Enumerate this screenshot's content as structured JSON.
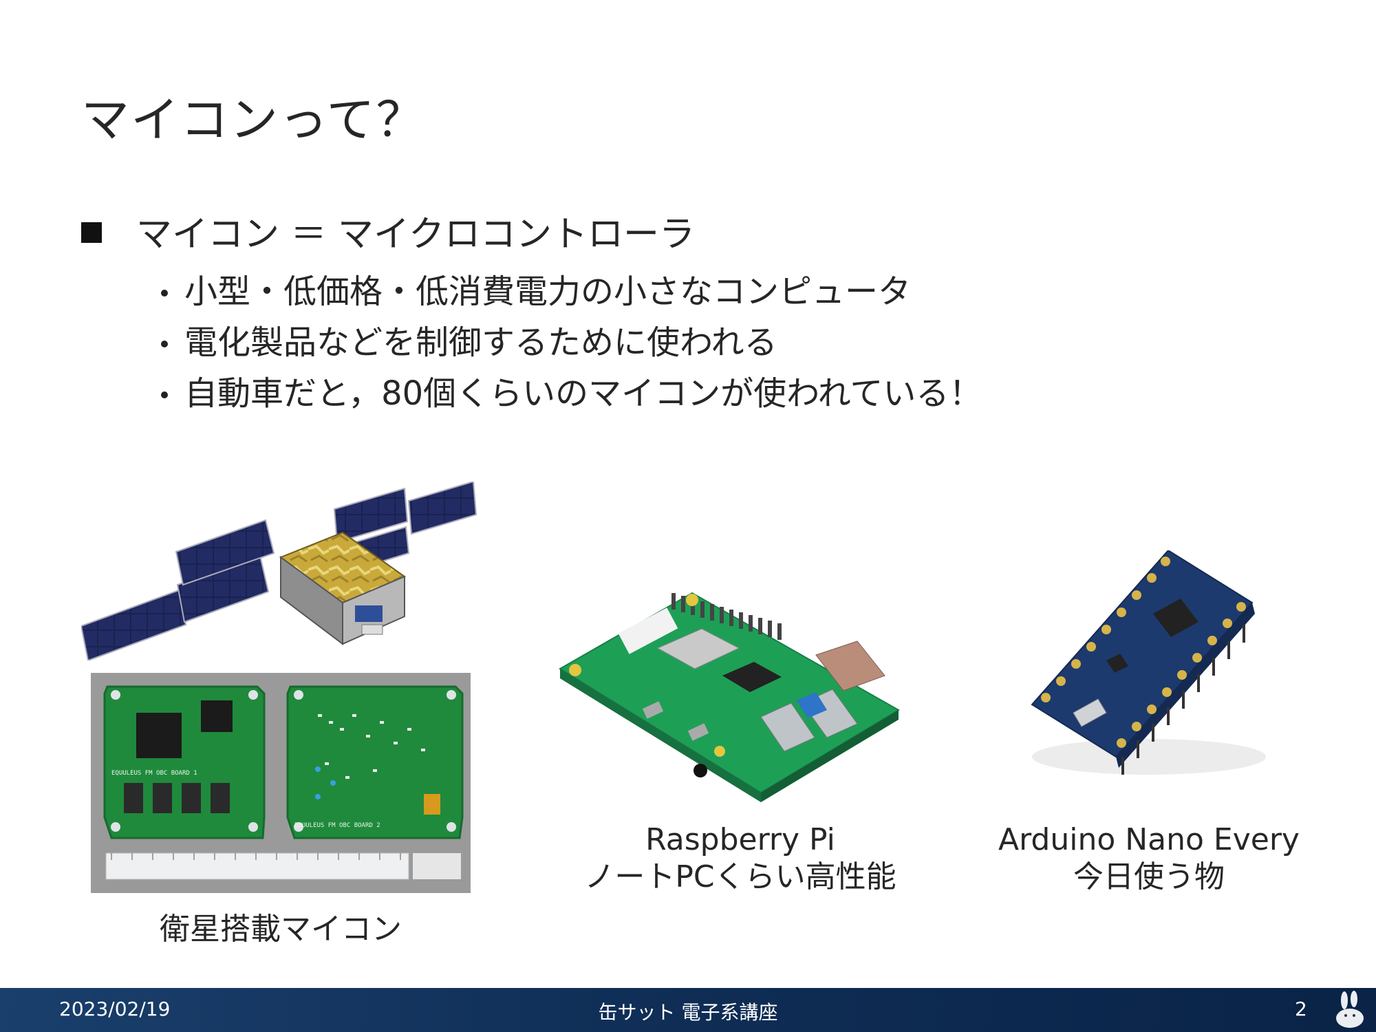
{
  "slide": {
    "title": "マイコンって？",
    "bullet_main": "マイコン ＝ マイクロコントローラ",
    "sub_bullets": [
      "小型・低価格・低消費電力の小さなコンピュータ",
      "電化製品などを制御するために使われる",
      "自動車だと，80個くらいのマイコンが使われている！"
    ]
  },
  "images": {
    "satellite": {
      "caption": "衛星搭載マイコン",
      "board1_label": "EQUULEUS FM OBC BOARD 1",
      "board2_label": "EQUULEUS FM OBC BOARD 2"
    },
    "raspberry": {
      "caption_line1": "Raspberry Pi",
      "caption_line2": "ノートPCくらい高性能"
    },
    "arduino": {
      "caption_line1": "Arduino Nano Every",
      "caption_line2": "今日使う物"
    }
  },
  "footer": {
    "date": "2023/02/19",
    "center": "缶サット 電子系講座",
    "page": "2"
  },
  "colors": {
    "footer_bg": "#0f2d55",
    "pcb_green": "#1f8a3c",
    "arduino_blue": "#1d3a6e"
  }
}
